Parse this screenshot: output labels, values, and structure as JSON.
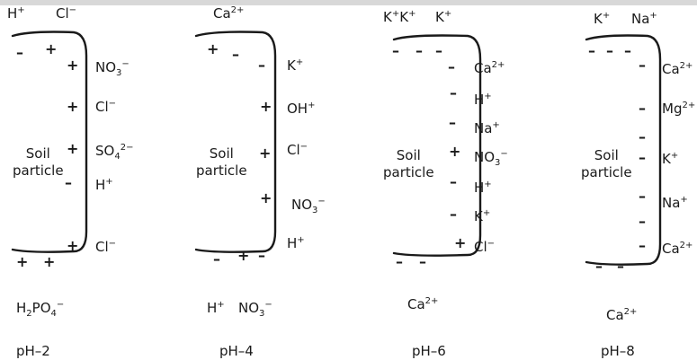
{
  "panels": [
    {
      "id": "ph2",
      "ph_label": "pH–2",
      "soil_label": [
        "Soil",
        "particle"
      ],
      "top_ions": [
        "H⁺",
        "Cl⁻"
      ],
      "surface_charges": [
        "–",
        "+",
        "+",
        "+",
        "+",
        "–",
        "+",
        "+",
        "+"
      ],
      "side_ions": [
        "NO₃⁻",
        "Cl⁻",
        "SO₄²⁻",
        "H⁺",
        "Cl⁻"
      ],
      "bottom_ions": [
        "H₂PO₄⁻"
      ]
    },
    {
      "id": "ph4",
      "ph_label": "pH–4",
      "soil_label": [
        "Soil",
        "particle"
      ],
      "top_ions": [
        "Ca²⁺"
      ],
      "surface_charges": [
        "+",
        "–",
        "–",
        "+",
        "+",
        "+",
        "–",
        "+",
        "–"
      ],
      "side_ions": [
        "K⁺",
        "OH⁺",
        "Cl⁻",
        "NO₃⁻",
        "H⁺"
      ],
      "bottom_ions": [
        "H⁺",
        "NO₃⁻"
      ]
    },
    {
      "id": "ph6",
      "ph_label": "pH–6",
      "soil_label": [
        "Soil",
        "particle"
      ],
      "top_ions": [
        "K⁺K⁺",
        "K⁺"
      ],
      "surface_charges": [
        "–",
        "–",
        "–",
        "–",
        "–",
        "–",
        "+",
        "–",
        "–",
        "+",
        "–",
        "–"
      ],
      "side_ions": [
        "Ca²⁺",
        "H⁺",
        "Na⁺",
        "NO₃⁻",
        "H⁺",
        "K⁺",
        "Cl⁻"
      ],
      "bottom_ions": [
        "Ca²⁺"
      ]
    },
    {
      "id": "ph8",
      "ph_label": "pH–8",
      "soil_label": [
        "Soil",
        "particle"
      ],
      "top_ions": [
        "K⁺",
        "Na⁺"
      ],
      "surface_charges": [
        "–",
        "–",
        "–",
        "–",
        "–",
        "–",
        "–",
        "–",
        "–",
        "–",
        "–",
        "–"
      ],
      "side_ions": [
        "Ca²⁺",
        "Mg²⁺",
        "K⁺",
        "Na⁺",
        "Ca²⁺"
      ],
      "bottom_ions": [
        "Ca²⁺"
      ]
    }
  ]
}
